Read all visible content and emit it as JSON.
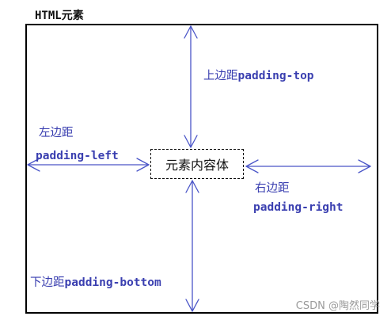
{
  "diagram": {
    "title": "HTML元素",
    "content_label": "元素内容体",
    "top": {
      "cn": "上边距",
      "en": "padding-top"
    },
    "left": {
      "cn": "左边距",
      "en": "padding-left"
    },
    "right": {
      "cn": "右边距",
      "en": "padding-right"
    },
    "bottom": {
      "cn": "下边距",
      "en": "padding-bottom"
    },
    "arrow_color": "#4a55c8",
    "label_color": "#3a3fb0"
  },
  "watermark": "CSDN @陶然同学"
}
